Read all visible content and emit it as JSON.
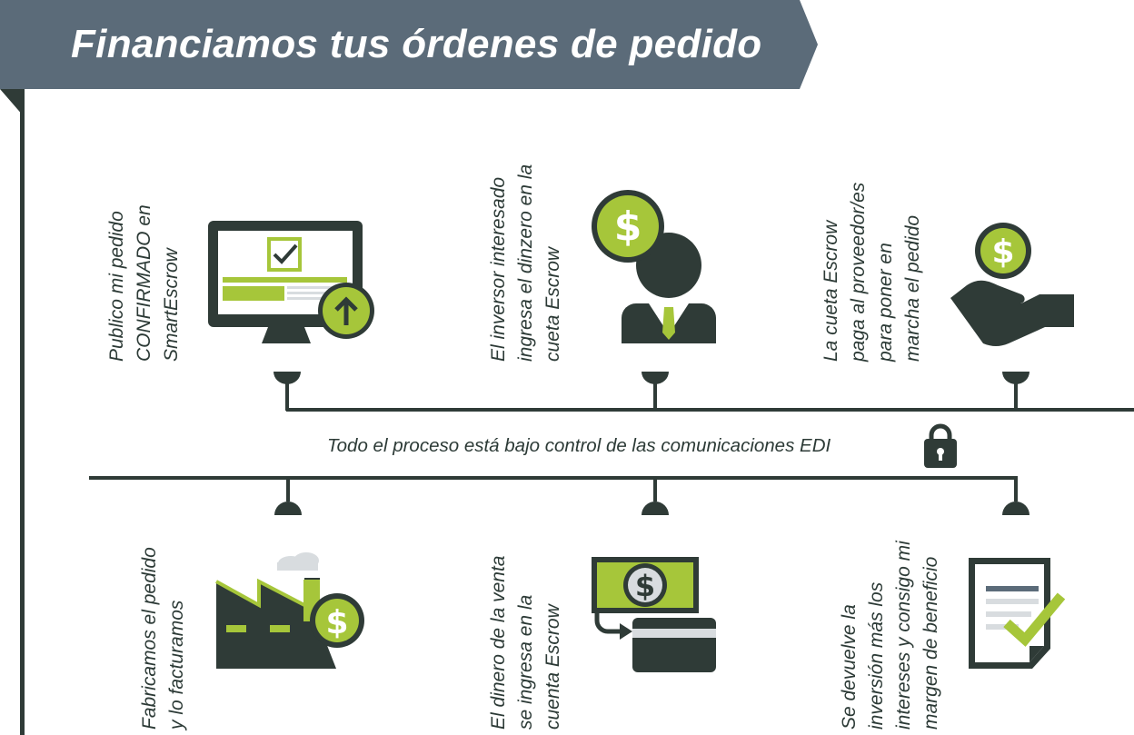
{
  "title": "Financiamos tus órdenes de pedido",
  "center_note": "Todo el proceso está bajo control de las comunicaciones EDI",
  "colors": {
    "banner": "#5b6b79",
    "dark": "#2f3b37",
    "green": "#a6c63a",
    "gray": "#d8dcdf"
  },
  "top_steps": [
    {
      "lines": [
        "Publico mi pedido",
        "CONFIRMADO en",
        "SmartEscrow"
      ],
      "icon": "monitor-upload-icon"
    },
    {
      "lines": [
        "El inversor interesado",
        "ingresa el dinzero en la",
        "cueta Escrow"
      ],
      "icon": "investor-dollar-icon"
    },
    {
      "lines": [
        "La cueta Escrow",
        "paga al proveedor/es",
        "para poner en",
        "marcha el pedido"
      ],
      "icon": "hand-coin-icon"
    }
  ],
  "bottom_steps": [
    {
      "lines": [
        "Fabricamos el pedido",
        "y lo facturamos"
      ],
      "icon": "factory-dollar-icon"
    },
    {
      "lines": [
        "El dinero de la venta",
        "se ingresa en la",
        "cuenta Escrow"
      ],
      "icon": "banknote-card-icon"
    },
    {
      "lines": [
        "Se devuelve la",
        "inversión más los",
        "intereses y consigo mi",
        "margen de beneficio"
      ],
      "icon": "document-check-icon"
    }
  ]
}
